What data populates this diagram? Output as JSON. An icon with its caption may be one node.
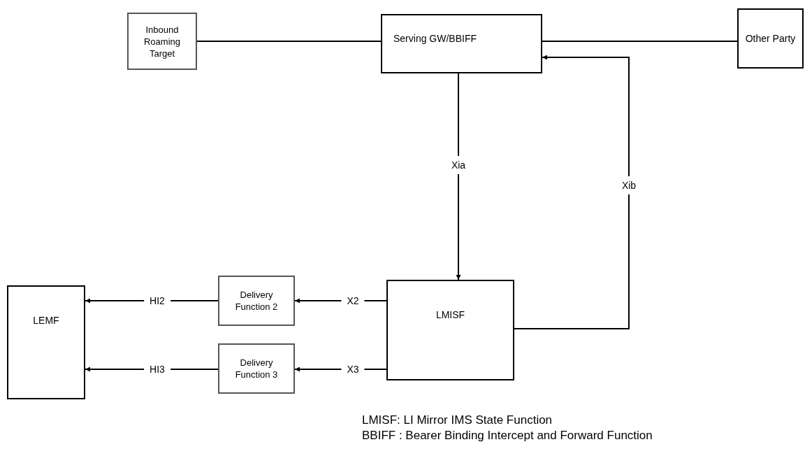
{
  "diagram": {
    "nodes": [
      {
        "text": [
          "Inbound Roaming Target"
        ]
      },
      {
        "text": [
          "Serving GW/BBIFF"
        ]
      },
      {
        "text": [
          "Other Party"
        ]
      },
      {
        "text": [
          "LEMF"
        ]
      },
      {
        "text": [
          "Delivery Function 2"
        ]
      },
      {
        "text": [
          "Delivery Function 3"
        ]
      },
      {
        "text": [
          "LMISF"
        ]
      }
    ],
    "edges": [
      {
        "from": 0,
        "to": 1,
        "arrow": "none"
      },
      {
        "from": 1,
        "to": 2,
        "arrow": "none"
      },
      {
        "from": 1,
        "to": 6,
        "arrow": "to",
        "label": "Xia"
      },
      {
        "from": 6,
        "to": 1,
        "arrow": "to",
        "label": "Xib"
      },
      {
        "from": 6,
        "to": 4,
        "arrow": "to",
        "label": "X2"
      },
      {
        "from": 6,
        "to": 5,
        "arrow": "to",
        "label": "X3"
      },
      {
        "from": 4,
        "to": 3,
        "arrow": "to",
        "label": "HI2"
      },
      {
        "from": 5,
        "to": 3,
        "arrow": "to",
        "label": "HI3"
      }
    ],
    "labels": [
      "LMISF: LI Mirror IMS State Function",
      "BBIFF : Bearer Binding Intercept and Forward Function"
    ]
  }
}
